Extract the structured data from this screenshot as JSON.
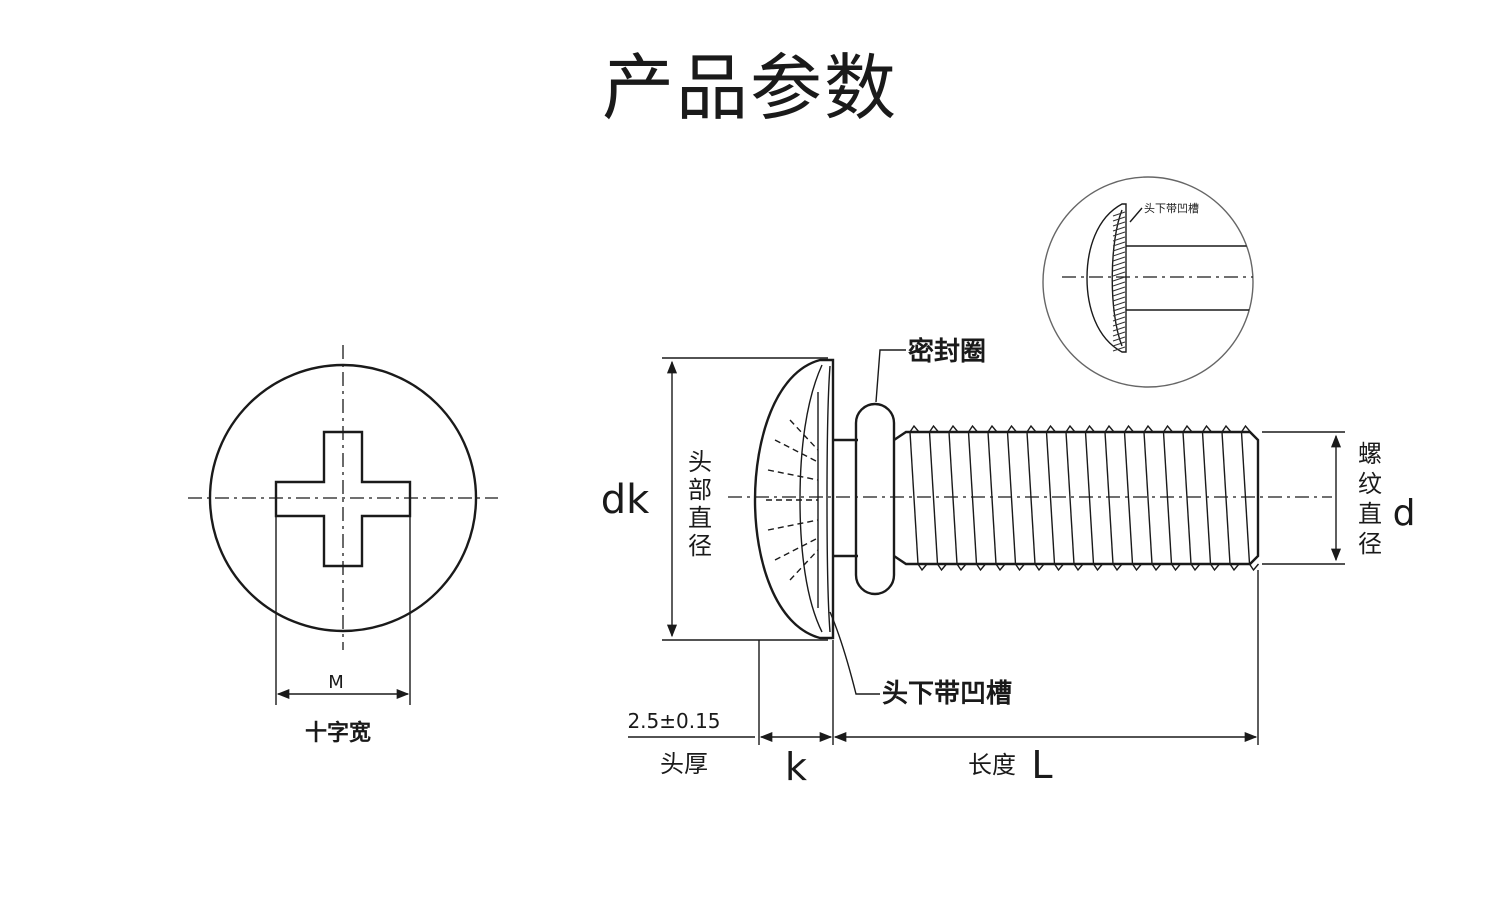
{
  "title": "产品参数",
  "top_view": {
    "dimension_symbol": "M",
    "dimension_label": "十字宽"
  },
  "side_view": {
    "head_diameter_symbol": "dk",
    "head_diameter_label": [
      "头",
      "部",
      "直",
      "径"
    ],
    "thread_diameter_symbol": "d",
    "thread_diameter_label": [
      "螺",
      "纹",
      "直",
      "径"
    ],
    "seal_ring_label": "密封圈",
    "groove_label": "头下带凹槽",
    "head_thickness_value": "2.5±0.15",
    "head_thickness_label": "头厚",
    "head_thickness_symbol": "k",
    "length_label": "长度",
    "length_symbol": "L"
  },
  "detail_view": {
    "label": "头下带凹槽"
  }
}
